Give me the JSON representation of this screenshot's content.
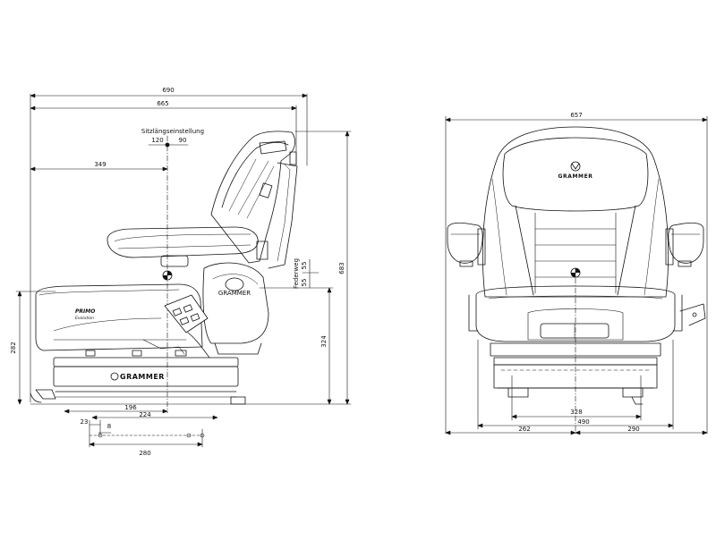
{
  "colors": {
    "line": "#111111",
    "grey": "#9a9a9a",
    "background": "#ffffff"
  },
  "side_view": {
    "label_adjust": "Sitzlängseinstellung",
    "label_suspension": "Federweg",
    "dims": {
      "d690": "690",
      "d665": "665",
      "d349": "349",
      "d120": "120",
      "d90": "90",
      "d683": "683",
      "d324": "324",
      "d282": "282",
      "d55a": "55",
      "d55b": "55",
      "d196": "196",
      "d224": "224",
      "d23": "23",
      "d8": "8",
      "d280": "280"
    },
    "brand": "GRAMMER",
    "model_line1": "PRIMO",
    "model_line2": "Evolution"
  },
  "front_view": {
    "brand": "GRAMMER",
    "dims": {
      "d657": "657",
      "d328": "328",
      "d490": "490",
      "d262": "262",
      "d290": "290"
    }
  },
  "icons": [
    "seat-reference-point-icon",
    "grammer-logo-icon"
  ]
}
